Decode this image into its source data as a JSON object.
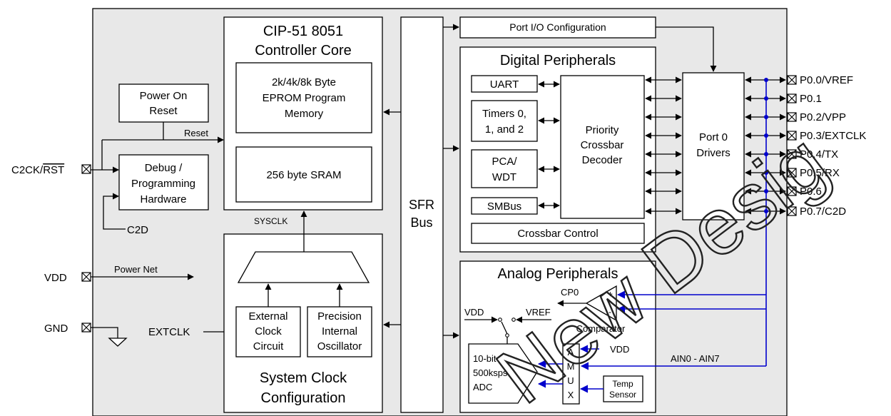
{
  "colors": {
    "chip_background": "#e8e8e8",
    "box_fill": "#ffffff",
    "line": "#000000",
    "analog_bus": "#0000cc",
    "watermark": "#222222"
  },
  "core": {
    "title_line1": "CIP-51 8051",
    "title_line2": "Controller Core",
    "eprom_line1": "2k/4k/8k Byte",
    "eprom_line2": "EPROM Program",
    "eprom_line3": "Memory",
    "sram": "256 byte SRAM",
    "sysclk": "SYSCLK"
  },
  "reset": {
    "por_line1": "Power On",
    "por_line2": "Reset",
    "reset_label": "Reset",
    "debug_line1": "Debug /",
    "debug_line2": "Programming",
    "debug_line3": "Hardware",
    "c2d": "C2D"
  },
  "pins_left": {
    "c2ck_prefix": "C2CK/",
    "c2ck_rst": "RST",
    "vdd": "VDD",
    "gnd": "GND",
    "extclk": "EXTCLK",
    "power_net": "Power Net"
  },
  "clock": {
    "ext_line1": "External",
    "ext_line2": "Clock",
    "ext_line3": "Circuit",
    "int_line1": "Precision",
    "int_line2": "Internal",
    "int_line3": "Oscillator",
    "title_line1": "System Clock",
    "title_line2": "Configuration"
  },
  "sfr": {
    "line1": "SFR",
    "line2": "Bus"
  },
  "port_io": "Port I/O Configuration",
  "digital": {
    "title": "Digital Peripherals",
    "uart": "UART",
    "timers_line1": "Timers 0,",
    "timers_line2": "1, and 2",
    "pca_line1": "PCA/",
    "pca_line2": "WDT",
    "smbus": "SMBus",
    "crossbar_line1": "Priority",
    "crossbar_line2": "Crossbar",
    "crossbar_line3": "Decoder",
    "crossbar_control": "Crossbar Control"
  },
  "port0": {
    "line1": "Port 0",
    "line2": "Drivers",
    "pins": [
      "P0.0/VREF",
      "P0.1",
      "P0.2/VPP",
      "P0.3/EXTCLK",
      "P0.4/TX",
      "P0.5/RX",
      "P0.6",
      "P0.7/C2D"
    ]
  },
  "analog": {
    "title": "Analog Peripherals",
    "cp0": "CP0",
    "comparator": "Comparator",
    "plus": "+",
    "minus": "-",
    "vdd": "VDD",
    "vref": "VREF",
    "adc_line1": "10-bit",
    "adc_line2": "500ksps",
    "adc_line3": "ADC",
    "amux": [
      "A",
      "M",
      "U",
      "X"
    ],
    "amux_vdd": "VDD",
    "temp_line1": "Temp",
    "temp_line2": "Sensor",
    "ain": "AIN0 - AIN7"
  },
  "watermark": "New Desig"
}
